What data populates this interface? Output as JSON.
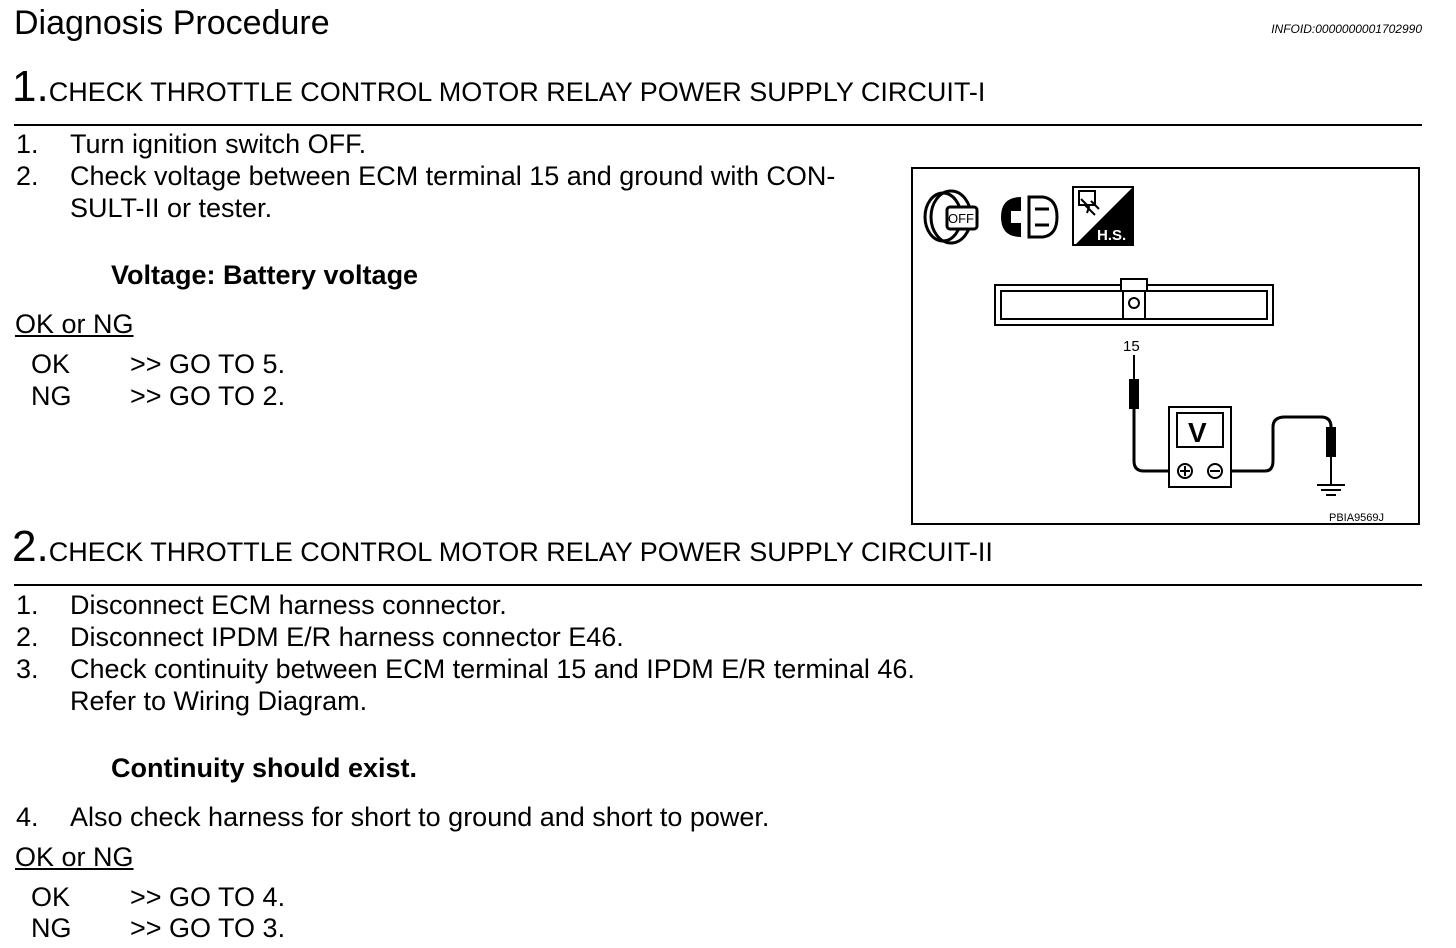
{
  "header": {
    "title": "Diagnosis Procedure",
    "infoid": "INFOID:0000000001702990"
  },
  "step1": {
    "number": "1.",
    "heading": "CHECK THROTTLE CONTROL MOTOR RELAY POWER SUPPLY CIRCUIT-I",
    "items": [
      {
        "num": "1.",
        "text": "Turn ignition switch OFF."
      },
      {
        "num": "2.",
        "text": "Check voltage between ECM terminal 15 and ground with CON-",
        "cont": "SULT-II or tester."
      }
    ],
    "spec": "Voltage: Battery voltage",
    "ok_ng_label": "OK or NG",
    "results": [
      {
        "status": "OK",
        "action": ">> GO TO 5."
      },
      {
        "status": "NG",
        "action": ">> GO TO 2."
      }
    ]
  },
  "figure": {
    "terminal_label": "15",
    "meter_label": "V",
    "off_label": "OFF",
    "hs_label": "H.S.",
    "figure_id": "PBIA9569J",
    "icons": [
      "ignition-off-icon",
      "connector-disconnected-icon",
      "harness-side-icon"
    ]
  },
  "step2": {
    "number": "2.",
    "heading": "CHECK THROTTLE CONTROL MOTOR RELAY POWER SUPPLY CIRCUIT-II",
    "items": [
      {
        "num": "1.",
        "text": "Disconnect ECM harness connector."
      },
      {
        "num": "2.",
        "text": "Disconnect IPDM E/R harness connector E46."
      },
      {
        "num": "3.",
        "text": "Check continuity between ECM terminal 15 and IPDM E/R terminal 46.",
        "cont": "Refer to Wiring Diagram."
      }
    ],
    "spec": "Continuity should exist.",
    "item4": {
      "num": "4.",
      "text": "Also check harness for short to ground and short to power."
    },
    "ok_ng_label": "OK or NG",
    "results": [
      {
        "status": "OK",
        "action": ">> GO TO 4."
      },
      {
        "status": "NG",
        "action": ">> GO TO 3."
      }
    ]
  }
}
